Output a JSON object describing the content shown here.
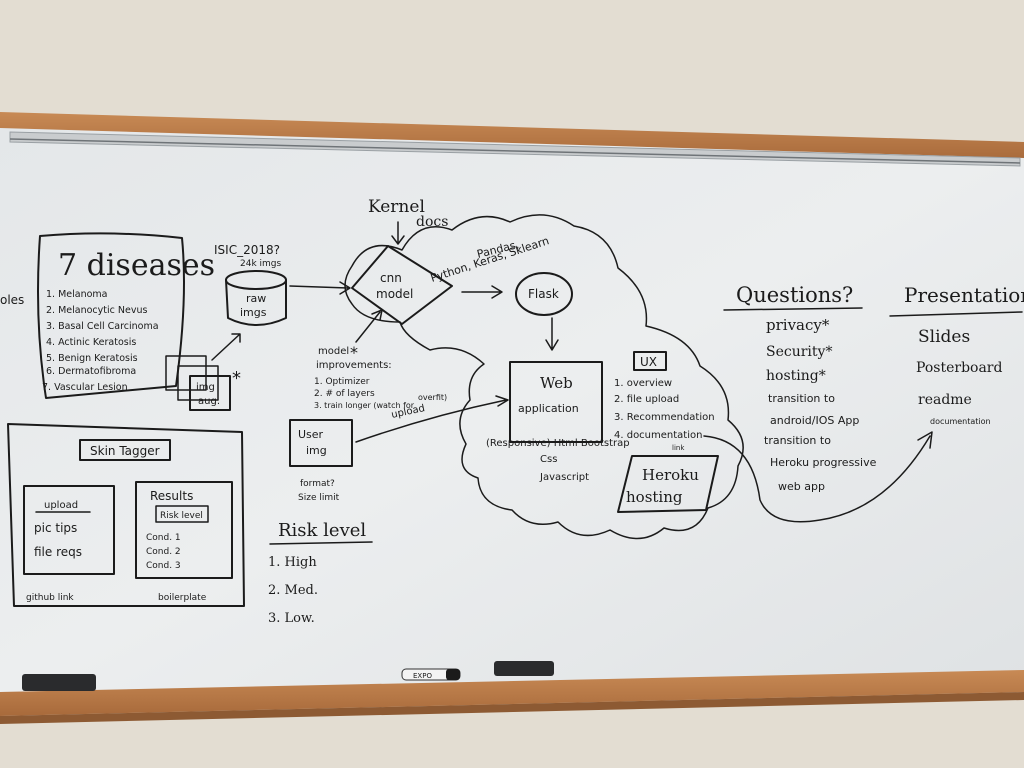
{
  "top_left_fragment": "oles",
  "diseases_box": {
    "title": "7 diseases",
    "items": [
      "1. Melanoma",
      "2. Melanocytic Nevus",
      "3. Basal Cell Carcinoma",
      "4. Actinic Keratosis",
      "5. Benign Keratosis",
      "6. Dermatofibroma",
      "7. Vascular Lesion"
    ]
  },
  "dataset": {
    "title": "ISIC_2018?",
    "subtitle": "24k imgs",
    "cylinder_label_1": "raw",
    "cylinder_label_2": "imgs"
  },
  "img_aug": {
    "line1": "img",
    "line2": "aug.",
    "mark": "*"
  },
  "kernel": {
    "line1": "Kernel",
    "line2": "docs"
  },
  "cnn": {
    "line1": "cnn",
    "line2": "model"
  },
  "tools": {
    "line1": "Pandas,",
    "line2": "Python, Keras, Sklearn"
  },
  "flask": "Flask",
  "model_improvements": {
    "title": "model",
    "title2": "improvements:",
    "mark": "*",
    "items": [
      "1. Optimizer",
      "2. # of layers",
      "3. train longer (watch for",
      "overfit)"
    ]
  },
  "user_img": {
    "line1": "User",
    "line2": "img",
    "note1": "format?",
    "note2": "Size limit"
  },
  "upload_label": "upload",
  "web_app": {
    "line1": "Web",
    "line2": "application"
  },
  "web_tech": {
    "line1": "(Responsive) Html Bootstrap",
    "line2": "Css",
    "line3": "Javascript"
  },
  "ux": {
    "title": "UX",
    "items": [
      "1. overview",
      "2. file upload",
      "3. Recommendation",
      "4. documentation",
      "link"
    ]
  },
  "heroku": {
    "line1": "Heroku",
    "line2": "hosting"
  },
  "questions": {
    "title": "Questions?",
    "items": [
      "privacy*",
      "Security*",
      "hosting*",
      "transition to",
      "android/IOS App",
      "transition to",
      "Heroku progressive",
      "web app"
    ]
  },
  "presentation": {
    "title": "Presentation",
    "items": [
      "Slides",
      "Posterboard",
      "readme",
      "documentation"
    ]
  },
  "skin_tagger": {
    "title": "Skin Tagger",
    "upload_box": {
      "heading": "upload",
      "items": [
        "pic tips",
        "file reqs"
      ]
    },
    "results_box": {
      "heading": "Results",
      "tag": "Risk level",
      "items": [
        "Cond. 1",
        "Cond. 2",
        "Cond. 3"
      ]
    },
    "footer_left": "github link",
    "footer_right": "boilerplate"
  },
  "risk_level": {
    "title": "Risk level",
    "items": [
      "1. High",
      "2. Med.",
      "3. Low."
    ]
  },
  "marker_label": "EXPO",
  "colors": {
    "wall": "#e4ded3",
    "board": "#e9ebec",
    "frame": "#b97a48",
    "ink": "#1b1b1b"
  }
}
